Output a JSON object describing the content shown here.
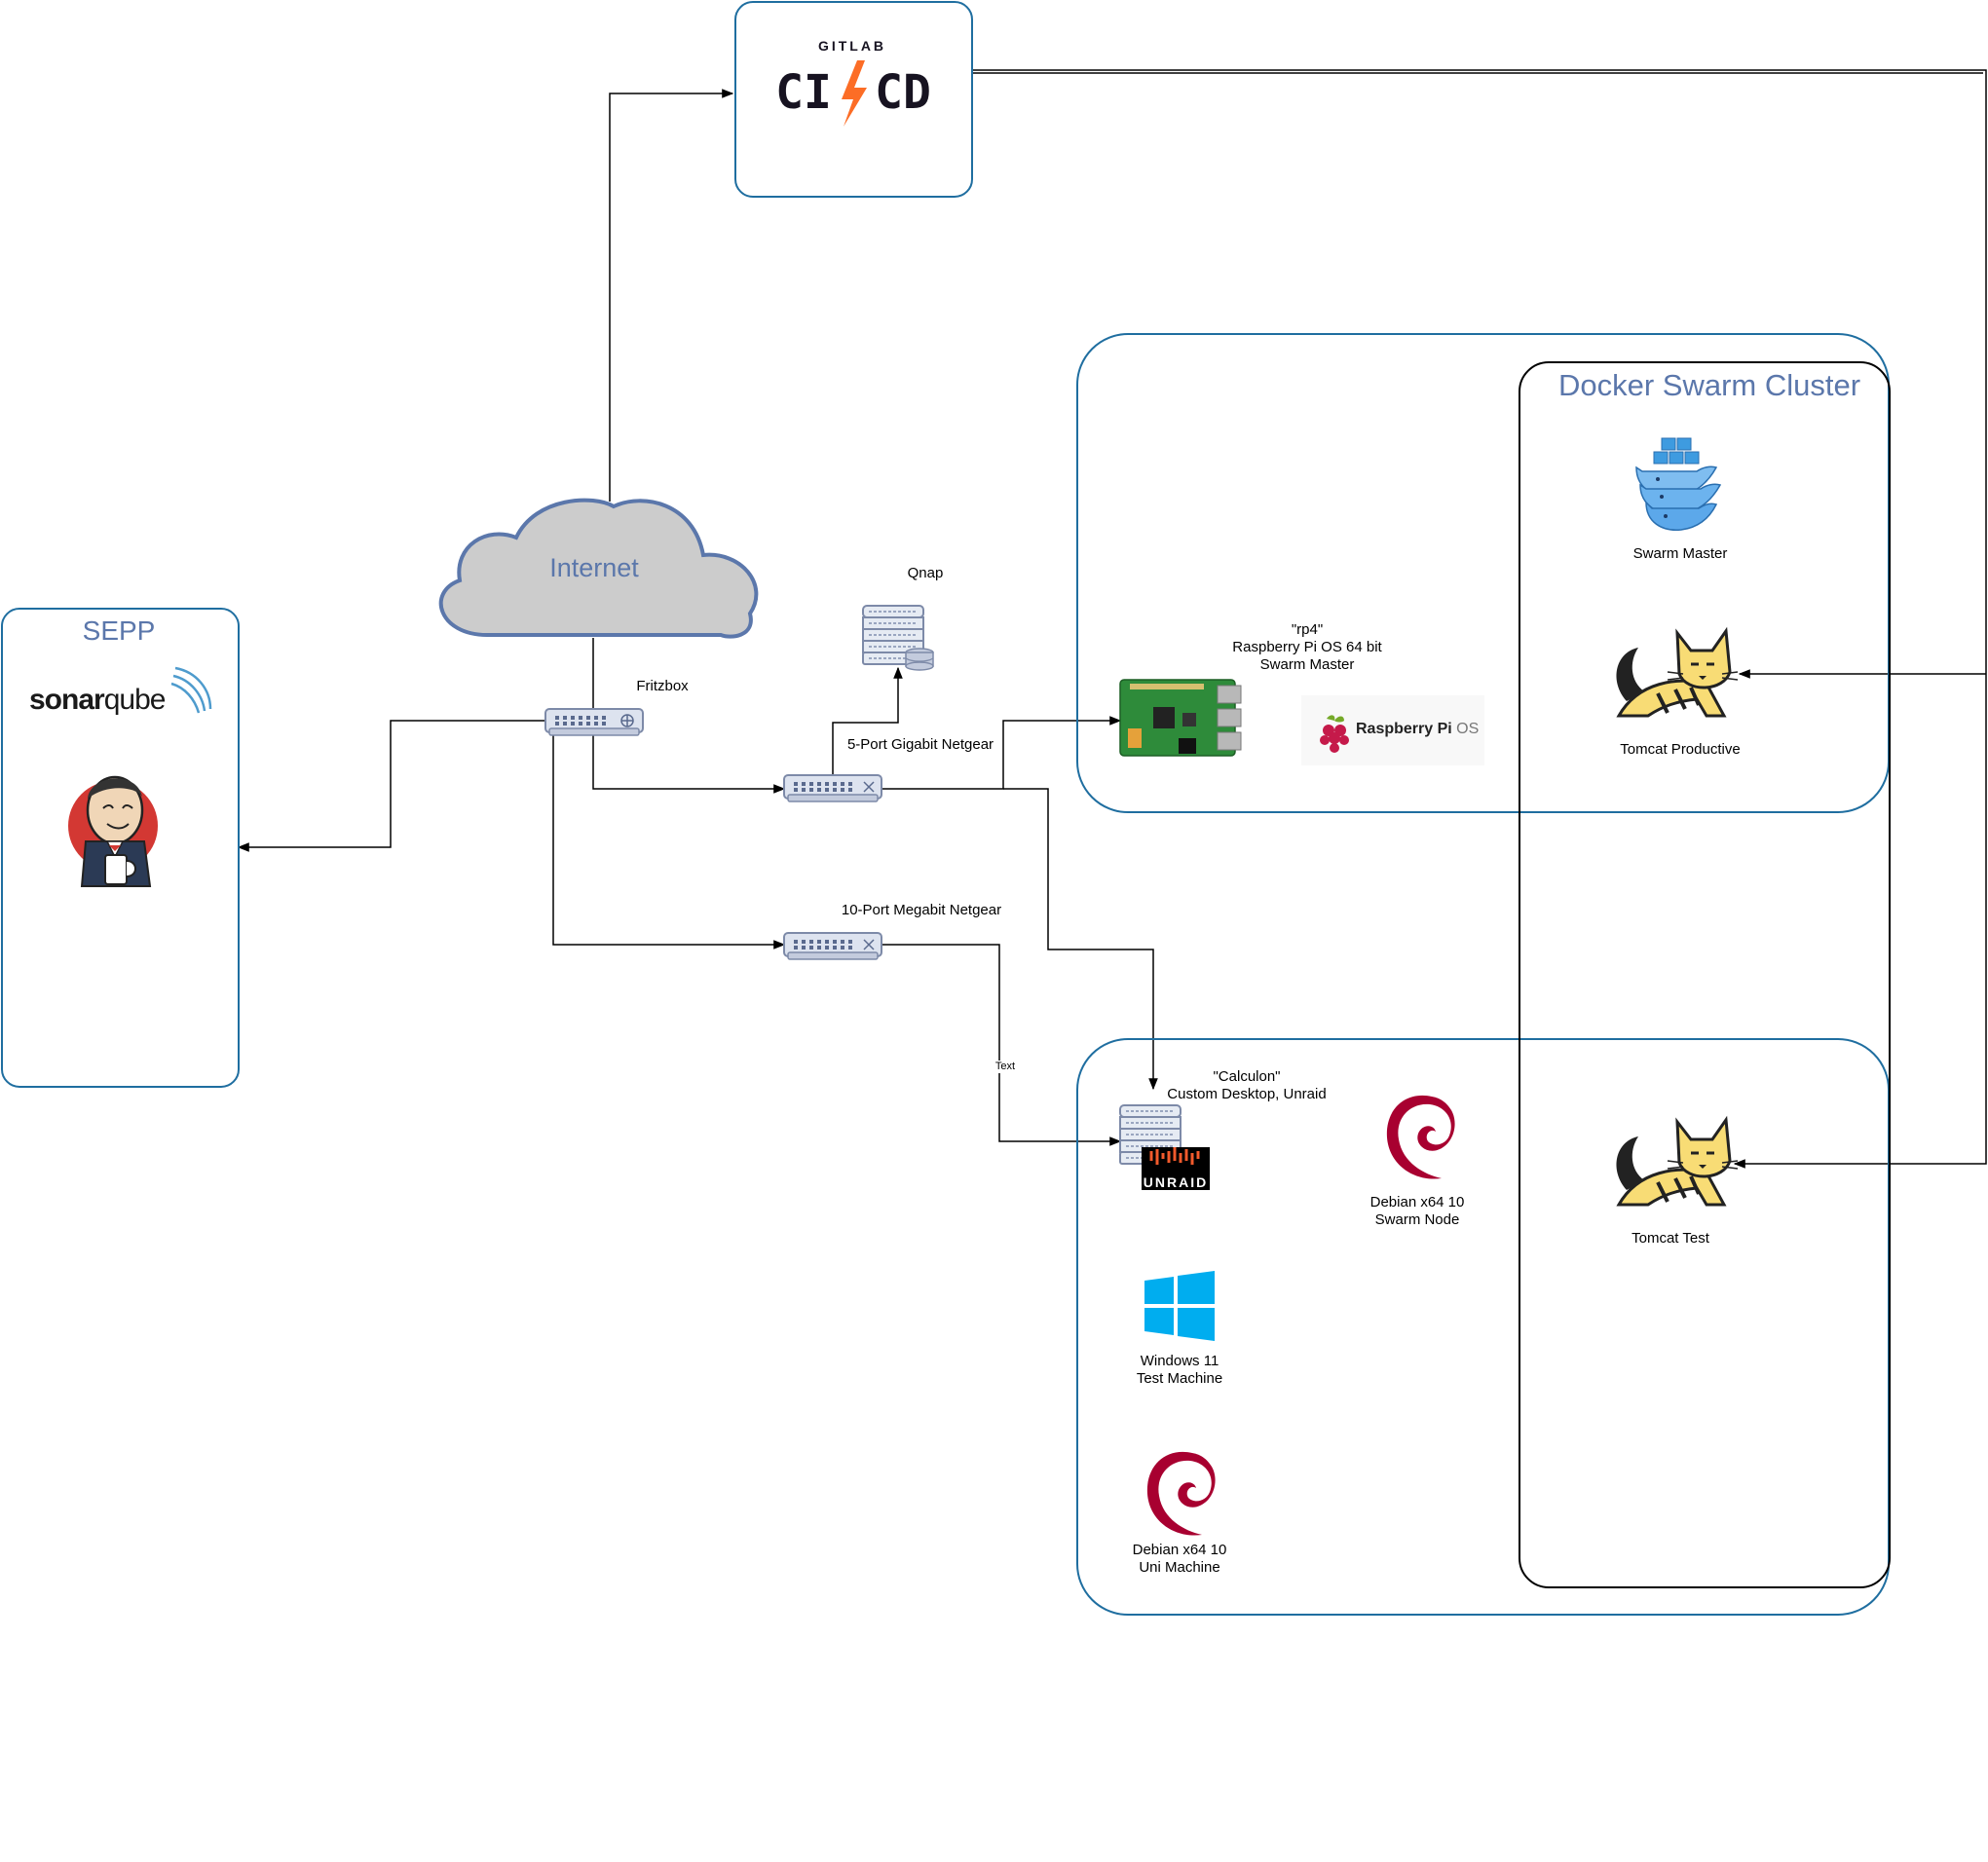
{
  "gitlab": {
    "top_label": "GITLAB",
    "ci": "CI",
    "cd": "CD"
  },
  "internet": {
    "label": "Internet"
  },
  "sepp": {
    "title": "SEPP",
    "sonar_a": "sonar",
    "sonar_b": "qube"
  },
  "docker_cluster": {
    "title": "Docker Swarm Cluster"
  },
  "nodes": {
    "qnap": "Qnap",
    "fritzbox": "Fritzbox",
    "switch5": "5-Port Gigabit Netgear",
    "switch10": "10-Port Megabit Netgear",
    "rp4": {
      "line1": "\"rp4\"",
      "line2": "Raspberry Pi OS 64 bit",
      "line3": "Swarm Master"
    },
    "rpi_os": {
      "brand_a": "Raspberry Pi",
      "brand_b": " OS"
    },
    "swarm_master": "Swarm Master",
    "tomcat_productive": "Tomcat Productive",
    "calculon": {
      "line1": "\"Calculon\"",
      "line2": "Custom Desktop, Unraid"
    },
    "unraid": "UNRAID",
    "debian_node": {
      "line1": "Debian x64 10",
      "line2": "Swarm Node"
    },
    "windows": {
      "line1": "Windows 11",
      "line2": "Test Machine"
    },
    "debian_uni": {
      "line1": "Debian x64 10",
      "line2": "Uni Machine"
    },
    "tomcat_test": "Tomcat Test"
  },
  "edges": {
    "text_label": "Text"
  },
  "colors": {
    "container_border": "#1f6ea0",
    "title_text": "#5b77ab",
    "cloud_fill": "#cccccc",
    "cloud_stroke": "#5b77ab",
    "switch_fill": "#dde3ef",
    "server_fill": "#e6ebf3",
    "debian_red": "#a80030",
    "windows_blue": "#00adef",
    "tomcat_yellow": "#f8dc75",
    "jenkins_red": "#d33833",
    "gitlab_orange": "#fc6d26"
  }
}
